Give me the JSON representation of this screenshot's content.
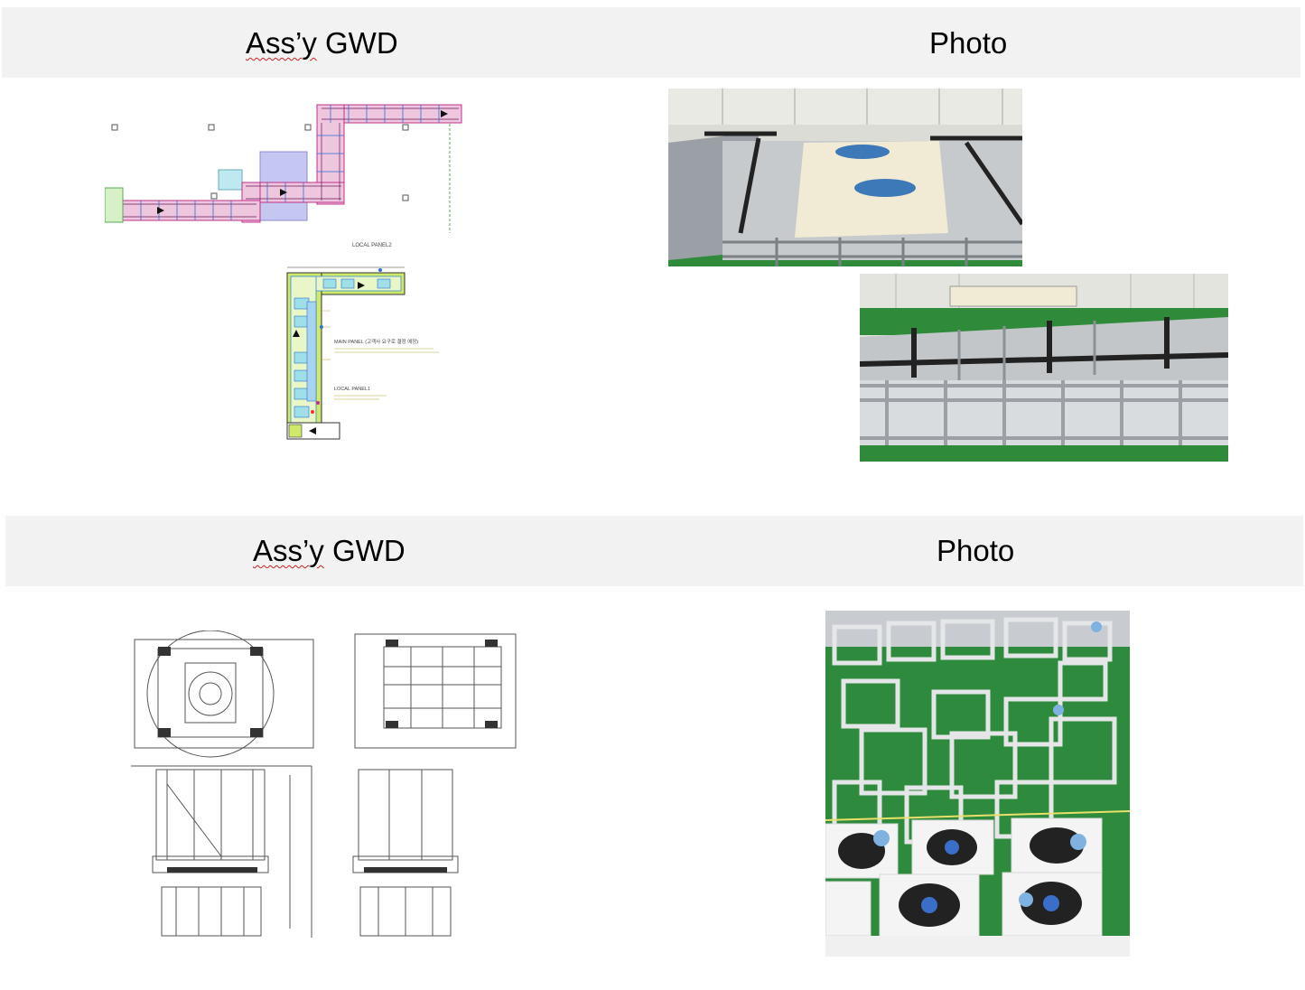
{
  "sections": [
    {
      "left_header": {
        "prefix": "Ass’y",
        "suffix": " GWD"
      },
      "right_header": "Photo"
    },
    {
      "left_header": {
        "prefix": "Ass’y",
        "suffix": " GWD"
      },
      "right_header": "Photo"
    }
  ],
  "drawing_labels": {
    "local_panel_2": "LOCAL PANEL2",
    "main_panel": "MAIN PANEL (고객사 요구로 결정 예정)",
    "local_panel_1": "LOCAL PANEL1"
  },
  "colors": {
    "header_bg": "#f2f2f2",
    "floor_green": "#2f8a3a",
    "frame_gray": "#bfc4c8",
    "cad_blue": "#2a6fd6",
    "cad_magenta": "#c0308a",
    "cad_yellow": "#e8e85a"
  }
}
